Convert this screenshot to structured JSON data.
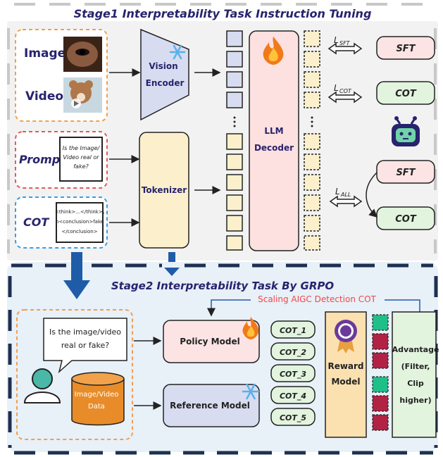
{
  "stage1": {
    "title": "Stage1 Interpretability Task Instruction Tuning",
    "inputs": {
      "image": "Image",
      "video": "Video",
      "prompt": "Prompt",
      "cot": "COT"
    },
    "prompt_box_text": [
      "Is the Image/",
      "Video real or",
      "fake?"
    ],
    "cot_box_text": [
      "<think>...</think>\\",
      "n<conclusion>fake",
      "</conclusion>"
    ],
    "vision_encoder": [
      "Vision",
      "Encoder"
    ],
    "tokenizer": "Tokenizer",
    "llm_decoder": [
      "LLM",
      "Decoder"
    ],
    "losses": {
      "sft": "L",
      "sft_sub": "SFT",
      "cot": "L",
      "cot_sub": "COT",
      "all": "L",
      "all_sub": "ALL"
    },
    "targets": {
      "sft_top": "SFT",
      "cot_top": "COT",
      "sft_bottom": "SFT",
      "cot_bottom": "COT"
    }
  },
  "stage2": {
    "title": "Stage2 Interpretability Task By GRPO",
    "scaling_label": "Scaling AIGC Detection COT",
    "question": [
      "Is the image/video",
      "real or fake?"
    ],
    "data_label": [
      "Image/Video",
      "Data"
    ],
    "policy_model": "Policy Model",
    "reference_model": "Reference Model",
    "cots": [
      "COT_1",
      "COT_2",
      "COT_3",
      "COT_4",
      "COT_5"
    ],
    "reward_model": [
      "Reward",
      "Model"
    ],
    "advantage": [
      "Advantage",
      "(Filter,",
      "Clip",
      "higher)"
    ]
  },
  "colors": {
    "title": "#27236e",
    "stage1_bg": "#f2f2f2",
    "stage2_bg": "#e8f0f8",
    "orange_border": "#f0a050",
    "red_border": "#e05a5a",
    "blue_border": "#3a9de0",
    "vision_fill": "#d8dcf0",
    "token_fill": "#fcf0cc",
    "llm_fill": "#fde0e0",
    "sft_fill": "#fde4e4",
    "cot_fill": "#e2f4de",
    "big_arrow": "#1f5ca8",
    "scaling_text": "#f04848",
    "green_sq": "#1fbf8a",
    "red_sq": "#b22244",
    "reward_fill": "#fbe0b0",
    "data_fill": "#e88c2a"
  },
  "icons": [
    "snowflake-icon",
    "fire-icon",
    "robot-icon",
    "user-icon",
    "medal-icon",
    "database-icon",
    "speech-bubble-icon"
  ]
}
